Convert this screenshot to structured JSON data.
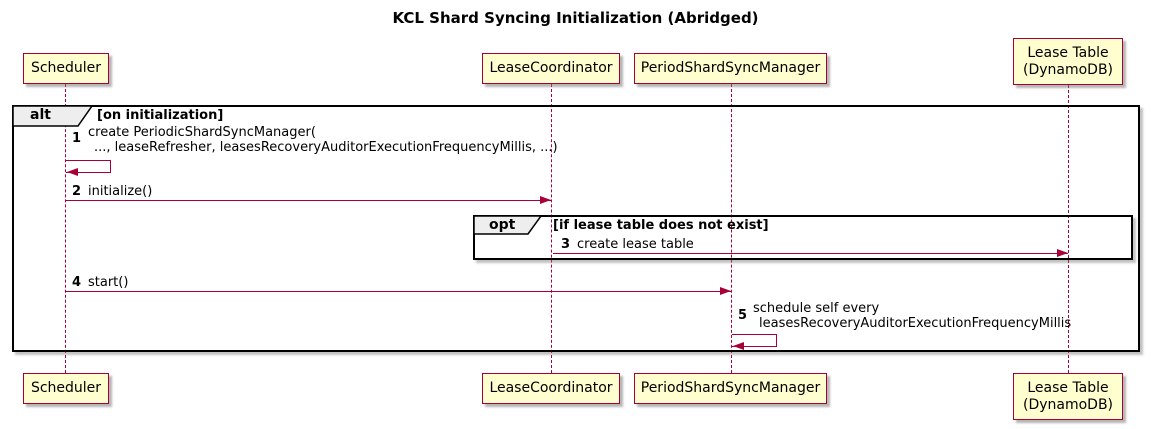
{
  "title": "KCL Shard Syncing Initialization (Abridged)",
  "diagram_type": "sequence",
  "colors": {
    "background": "#ffffff",
    "participant_fill": "#fefece",
    "participant_border": "#a80036",
    "line": "#a80036",
    "frame_border": "#000000",
    "frame_label_fill": "#eeeeee"
  },
  "participants": {
    "scheduler": {
      "label": "Scheduler"
    },
    "lease_coordinator": {
      "label": "LeaseCoordinator"
    },
    "period_shard_sync_manager": {
      "label": "PeriodShardSyncManager"
    },
    "lease_table": {
      "line1": "Lease Table",
      "line2": "(DynamoDB)"
    }
  },
  "frames": {
    "alt": {
      "operator": "alt",
      "guard": "[on initialization]"
    },
    "opt": {
      "operator": "opt",
      "guard": "[if lease table does not exist]"
    }
  },
  "messages": {
    "m1": {
      "num": "1",
      "from": "Scheduler",
      "to": "Scheduler",
      "line1": "create PeriodicShardSyncManager(",
      "line2": "..., leaseRefresher, leasesRecoveryAuditorExecutionFrequencyMillis, ...)"
    },
    "m2": {
      "num": "2",
      "from": "Scheduler",
      "to": "LeaseCoordinator",
      "text": "initialize()"
    },
    "m3": {
      "num": "3",
      "from": "LeaseCoordinator",
      "to": "Lease Table (DynamoDB)",
      "text": "create lease table"
    },
    "m4": {
      "num": "4",
      "from": "Scheduler",
      "to": "PeriodShardSyncManager",
      "text": "start()"
    },
    "m5": {
      "num": "5",
      "from": "PeriodShardSyncManager",
      "to": "PeriodShardSyncManager",
      "line1": "schedule self every",
      "line2": "leasesRecoveryAuditorExecutionFrequencyMillis"
    }
  }
}
